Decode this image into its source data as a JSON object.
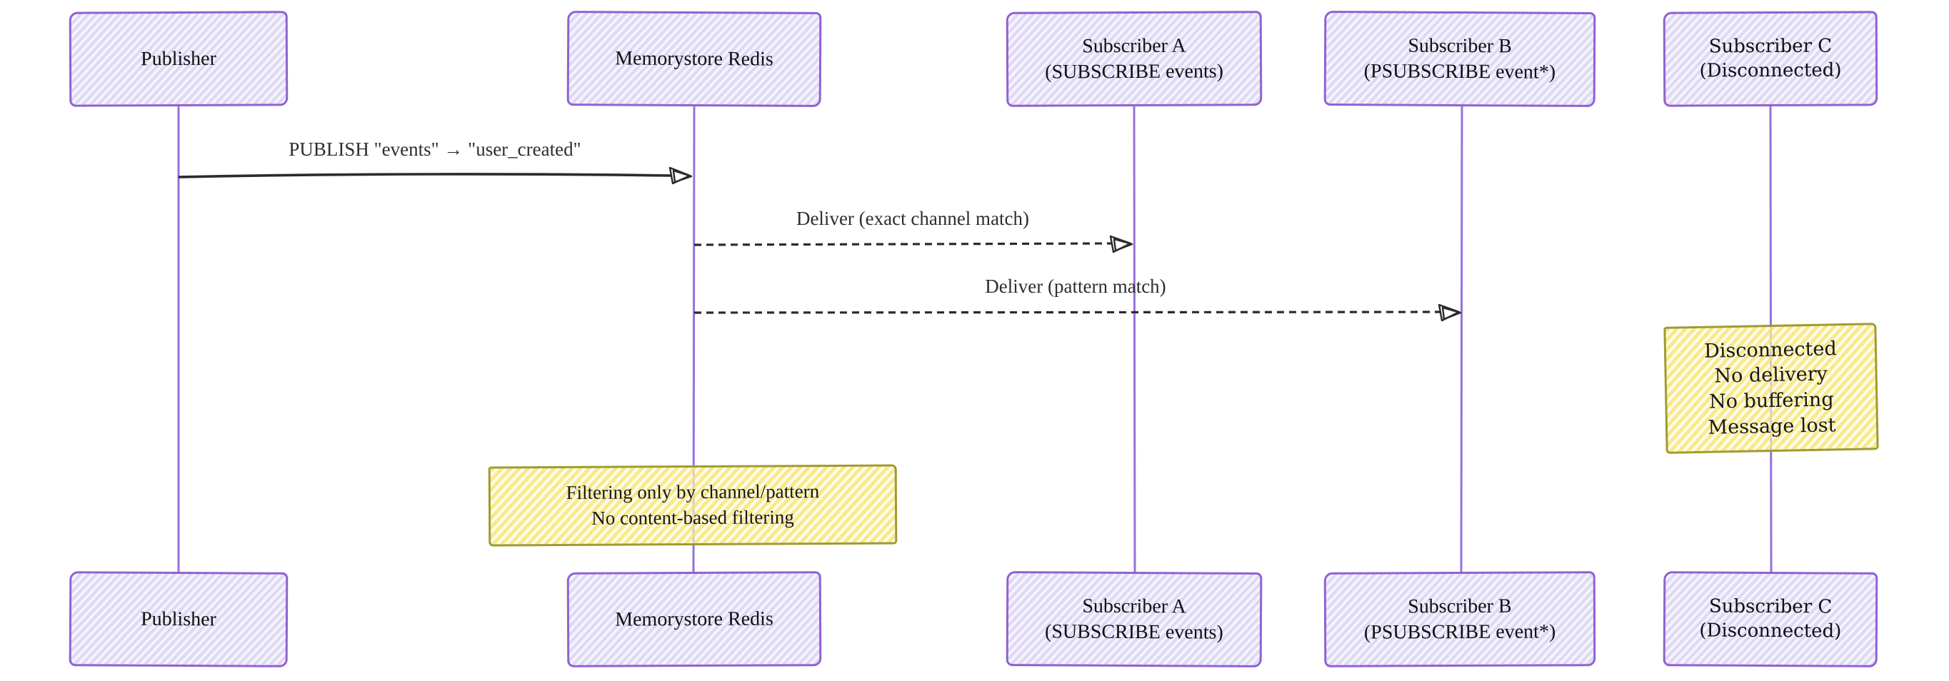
{
  "diagram_type": "sequence-diagram",
  "style": "hand-drawn-sketch",
  "colors": {
    "actor_border": "#9161d2",
    "actor_fill": "#efecfa",
    "lifeline": "#9571dd",
    "note_border": "#9f9b30",
    "note_fill": "#f7e472",
    "arrow": "#2f2f2f",
    "text": "#181818",
    "background": "#ffffff"
  },
  "actors": [
    {
      "id": "publisher",
      "lines": [
        "Publisher"
      ]
    },
    {
      "id": "redis",
      "lines": [
        "Memorystore Redis"
      ]
    },
    {
      "id": "subscriber-a",
      "lines": [
        "Subscriber A",
        "(SUBSCRIBE events)"
      ]
    },
    {
      "id": "subscriber-b",
      "lines": [
        "Subscriber B",
        "(PSUBSCRIBE event*)"
      ]
    },
    {
      "id": "subscriber-c",
      "lines": [
        "Subscriber C",
        "(Disconnected)"
      ]
    }
  ],
  "messages": [
    {
      "from": "publisher",
      "to": "redis",
      "style": "solid",
      "label": "PUBLISH \"events\" → \"user_created\""
    },
    {
      "from": "redis",
      "to": "subscriber-a",
      "style": "dashed",
      "label": "Deliver (exact channel match)"
    },
    {
      "from": "redis",
      "to": "subscriber-b",
      "style": "dashed",
      "label": "Deliver (pattern match)"
    }
  ],
  "notes": [
    {
      "over": "subscriber-c",
      "lines": [
        "Disconnected",
        "No delivery",
        "No buffering",
        "Message lost"
      ]
    },
    {
      "over": "redis",
      "lines": [
        "Filtering only by channel/pattern",
        "No content-based filtering"
      ]
    }
  ]
}
